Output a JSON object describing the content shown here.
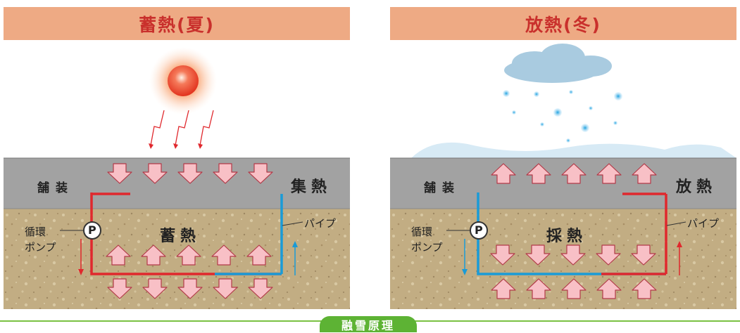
{
  "left": {
    "title": "蓄熱(夏)",
    "pavement": "舗装",
    "surface": "集熱",
    "ground": "蓄熱",
    "pump_label_1": "循環",
    "pump_label_2": "ポンプ",
    "pump_letter": "P",
    "pipe": "パイプ"
  },
  "right": {
    "title": "放熱(冬)",
    "pavement": "舗装",
    "surface": "放熱",
    "ground": "採熱",
    "pump_label_1": "循環",
    "pump_label_2": "ポンプ",
    "pump_letter": "P",
    "pipe": "パイプ"
  },
  "footer": {
    "label": "融雪原理"
  },
  "colors": {
    "header": "#eeaa84",
    "title": "#c9302c",
    "pavement": "#a2a2a2",
    "soil": "#c2ad83",
    "arrow": "#f8c0c6",
    "hot_pipe": "#e0282d",
    "cold_pipe": "#1a9bd7",
    "footer": "#5db334"
  },
  "icons": [
    "sun-icon",
    "cloud-icon",
    "snowflake-icon",
    "pump-icon",
    "arrow-down-icon",
    "arrow-up-icon"
  ]
}
